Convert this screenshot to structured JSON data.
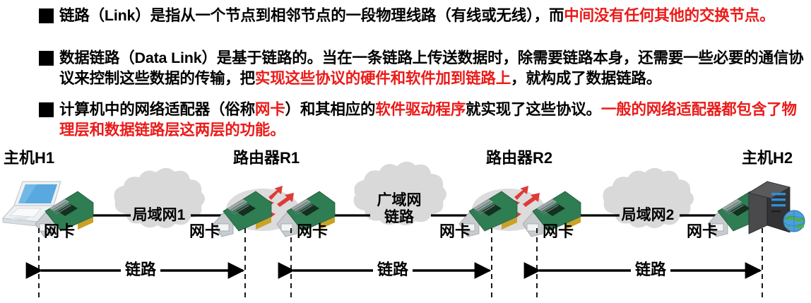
{
  "slide": {
    "bullets": [
      {
        "marker": "black-square",
        "segments": [
          {
            "text": "链路（Link）是指从一个节点到相邻节点的一段物理线路（有线或无线），而",
            "color": "black"
          },
          {
            "text": "中间没有任何其他的交换节点",
            "color": "red"
          },
          {
            "text": "。",
            "color": "red"
          }
        ]
      },
      {
        "marker": "black-square",
        "segments": [
          {
            "text": "数据链路（Data Link）是基于链路的。当在一条链路上传送数据时，除需要链路本身，还需要一些必要的通信协议来控制这些数据的传输，把",
            "color": "black"
          },
          {
            "text": "实现这些协议的硬件和软件加到链路上",
            "color": "red"
          },
          {
            "text": "，就构成了数据链路。",
            "color": "black"
          }
        ]
      },
      {
        "marker": "black-square",
        "segments": [
          {
            "text": "计算机中的网络适配器（俗称",
            "color": "black"
          },
          {
            "text": "网卡",
            "color": "red"
          },
          {
            "text": "）和其相应的",
            "color": "black"
          },
          {
            "text": "软件驱动程序",
            "color": "red"
          },
          {
            "text": "就实现了这些协议。",
            "color": "black"
          },
          {
            "text": "一般的网络适配器都包含了物理层和数据链路层这两层的功能。",
            "color": "red"
          }
        ]
      }
    ]
  },
  "diagram": {
    "nodes": [
      {
        "id": "h1",
        "label": "主机H1",
        "icon": "laptop-icon"
      },
      {
        "id": "r1",
        "label": "路由器R1",
        "icon": "router-icon"
      },
      {
        "id": "r2",
        "label": "路由器R2",
        "icon": "router-icon"
      },
      {
        "id": "h2",
        "label": "主机H2",
        "icon": "tower-pc-icon"
      }
    ],
    "nic_label": "网卡",
    "nic_count": 6,
    "clouds": [
      {
        "id": "lan1",
        "lines": [
          "局域网1"
        ]
      },
      {
        "id": "wan",
        "lines": [
          "广域网",
          "链路"
        ]
      },
      {
        "id": "lan2",
        "lines": [
          "局域网2"
        ]
      }
    ],
    "links": [
      {
        "id": "link-1",
        "label": "链路"
      },
      {
        "id": "link-2",
        "label": "链路"
      },
      {
        "id": "link-3",
        "label": "链路"
      }
    ],
    "colors": {
      "cloud_fill": "#d9d9d9",
      "nic_board": "#2f7d53",
      "nic_bracket": "#c8c8c8",
      "router_ellipse": "#dcdcdc",
      "router_arrow": "#e03a36",
      "laptop_screen": "#59a8e0",
      "laptop_body": "#e8ebee",
      "tower_body": "#3a3a3a",
      "globe_land": "#4caf50",
      "globe_sea": "#4a9fe0",
      "line": "#000000"
    }
  }
}
